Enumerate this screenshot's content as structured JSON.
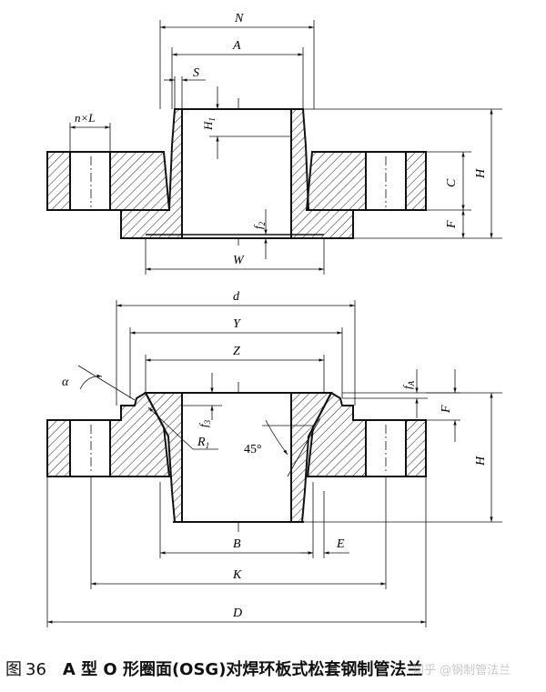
{
  "figure": {
    "number_prefix": "图",
    "number": "36",
    "title": "A 型 O 形圈面(OSG)对焊环板式松套钢制管法兰"
  },
  "top_view_labels": {
    "N": "N",
    "A": "A",
    "S": "S",
    "nxL": "n×L",
    "H1": "H",
    "H1_sub": "1",
    "C": "C",
    "H": "H",
    "F": "F",
    "f2": "f",
    "f2_sub": "2",
    "W": "W"
  },
  "bottom_view_labels": {
    "d": "d",
    "Y": "Y",
    "Z": "Z",
    "alpha": "α",
    "fA": "f",
    "fA_sub": "A",
    "F": "F",
    "f3": "f",
    "f3_sub": "3",
    "R1": "R",
    "R1_sub": "1",
    "angle45": "45°",
    "H": "H",
    "B": "B",
    "E": "E",
    "K": "K",
    "D": "D"
  },
  "watermark": "知乎 @钢制管法兰"
}
